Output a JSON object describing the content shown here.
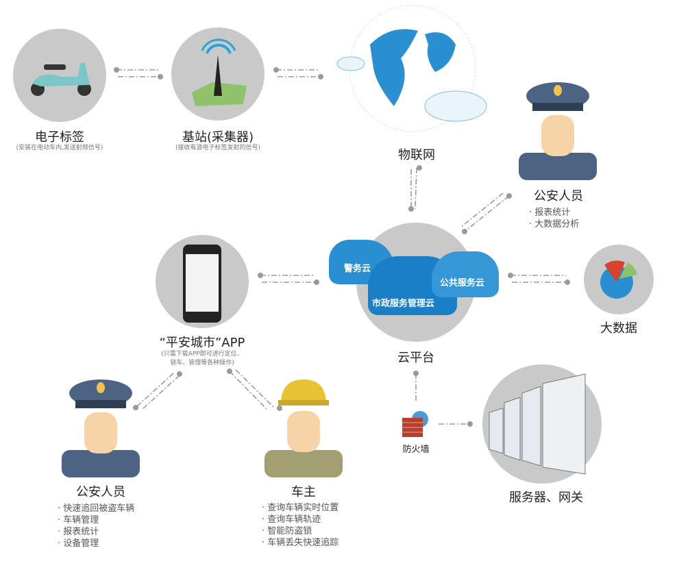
{
  "nodes": {
    "tag": {
      "title": "电子标签",
      "subtitle": "(安装在电动车内,发送射频信号)"
    },
    "base": {
      "title": "基站(采集器)",
      "subtitle": "(接收有源电子标签发射的信号)"
    },
    "iot": {
      "title": "物联网"
    },
    "police_top": {
      "title": "公安人员",
      "items": [
        "报表统计",
        "大数据分析"
      ]
    },
    "cloud": {
      "title": "云平台",
      "clouds": [
        "警务云",
        "公共服务云",
        "市政服务管理云"
      ]
    },
    "app": {
      "title": "“平安城市”APP",
      "subtitle_lines": [
        "(只需下载APP即可进行定位、",
        "锁车、管理等各种操作)"
      ]
    },
    "bigdata": {
      "title": "大数据"
    },
    "police_bottom": {
      "title": "公安人员",
      "items": [
        "快速追回被盗车辆",
        "车辆管理",
        "报表统计",
        "设备管理"
      ]
    },
    "owner": {
      "title": "车主",
      "items": [
        "查询车辆实时位置",
        "查询车辆轨迹",
        "智能防盗锁",
        "车辆丢失快速追踪"
      ]
    },
    "firewall": {
      "title": "防火墙"
    },
    "servers": {
      "title": "服务器、网关"
    }
  },
  "colors": {
    "circle": "#c9c9c9",
    "cloud": "#2a8fd0",
    "cloud_dark": "#1a6fb0",
    "connector": "#9a9a9a",
    "uniform": "#4d6383"
  }
}
